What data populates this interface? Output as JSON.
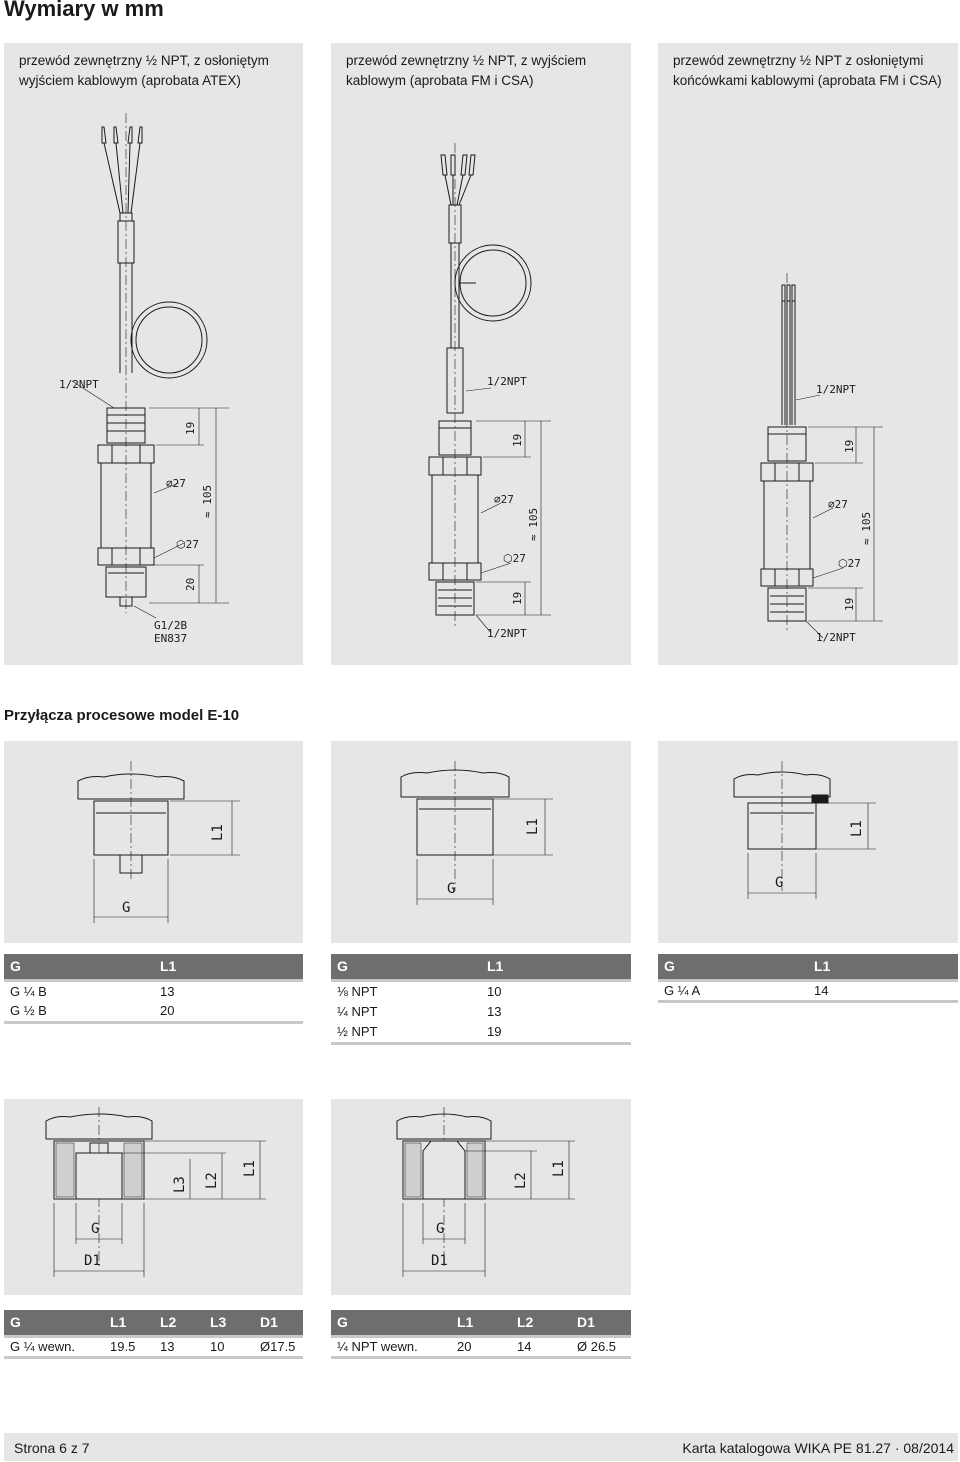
{
  "header": {
    "title": "Wymiary w mm"
  },
  "top_panels": [
    {
      "caption": "przewód zewnętrzny ½ NPT, z osłoniętym wyjściem kablowym (aprobata ATEX)",
      "labels": {
        "thread_top": "1/2NPT",
        "d19": "19",
        "d27a": "⌀27",
        "d27b": "⬡27",
        "d105": "≈ 105",
        "d20": "20",
        "conn1": "G1/2B",
        "conn2": "EN837"
      }
    },
    {
      "caption": "przewód zewnętrzny ½ NPT, z wyjściem kablowym (aprobata FM i CSA)",
      "labels": {
        "thread_top": "1/2NPT",
        "d19": "19",
        "d27a": "⌀27",
        "d27b": "⬡27",
        "d105": "≈ 105",
        "d19b": "19",
        "conn1": "1/2NPT"
      }
    },
    {
      "caption": "przewód zewnętrzny ½ NPT z osłoniętymi końcówkami kablowymi (aprobata FM i CSA)",
      "labels": {
        "thread_top": "1/2NPT",
        "d19": "19",
        "d27a": "⌀27",
        "d27b": "⬡27",
        "d105": "≈ 105",
        "d19b": "19",
        "conn1": "1/2NPT"
      }
    }
  ],
  "section": {
    "title": "Przyłącza procesowe model E-10"
  },
  "process_panels": [
    {
      "labels": {
        "l1": "L1",
        "g": "G"
      }
    },
    {
      "labels": {
        "l1": "L1",
        "g": "G"
      }
    },
    {
      "labels": {
        "l1": "L1",
        "g": "G"
      }
    }
  ],
  "table1": {
    "headers": [
      "G",
      "L1"
    ],
    "rows": [
      [
        "G ¼ B",
        "13"
      ],
      [
        "G ½ B",
        "20"
      ]
    ]
  },
  "table2": {
    "headers": [
      "G",
      "L1"
    ],
    "rows": [
      [
        "⅛ NPT",
        "10"
      ],
      [
        "¼ NPT",
        "13"
      ],
      [
        "½ NPT",
        "19"
      ]
    ]
  },
  "table3": {
    "headers": [
      "G",
      "L1"
    ],
    "rows": [
      [
        "G ¼ A",
        "14"
      ]
    ]
  },
  "female_panels": [
    {
      "labels": {
        "l1": "L1",
        "l2": "L2",
        "l3": "L3",
        "g": "G",
        "d1": "D1"
      }
    },
    {
      "labels": {
        "l1": "L1",
        "l2": "L2",
        "g": "G",
        "d1": "D1"
      }
    }
  ],
  "table4": {
    "headers": [
      "G",
      "L1",
      "L2",
      "L3",
      "D1"
    ],
    "rows": [
      [
        "G ¼ wewn.",
        "19.5",
        "13",
        "10",
        "Ø17.5"
      ]
    ]
  },
  "table5": {
    "headers": [
      "G",
      "L1",
      "L2",
      "D1"
    ],
    "rows": [
      [
        "¼ NPT wewn.",
        "20",
        "14",
        "Ø 26.5"
      ]
    ]
  },
  "footer": {
    "page": "Strona 6 z 7",
    "doc": "Karta katalogowa WIKA PE 81.27 · 08/2014"
  },
  "colors": {
    "panel_bg": "#e6e6e6",
    "header_bg": "#6d6e70",
    "rule": "#c8c8c8"
  }
}
